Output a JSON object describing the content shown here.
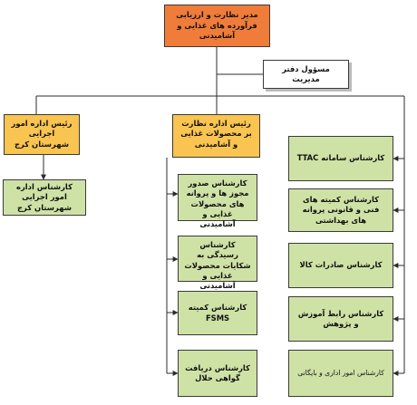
{
  "org_chart": {
    "root": "مدیر نظارت و ارزیابی فرآورده های غذایی و آشامیدنی",
    "admin_office": "مسؤول دفتر مدیریت",
    "exec_head": "رئیس اداره امور اجرایی شهرستان کرج",
    "exec_expert": "کارشناس اداره امور اجرایی شهرستان کرج",
    "food_head": "رئیس اداره نظارت بر محصولات غذایی و آشامیدنی",
    "food_staff": [
      "کارشناس صدور مجوز ها و پروانه های محصولات غذایی و آشامیدنی",
      "کارشناس رسیدگی به شکایات محصولات غذایی و آشامیدنی",
      "کارشناس کمیته FSMS",
      "کارشناس دریافت گواهی حلال"
    ],
    "direct_staff": [
      "کارشناس سامانه TTAC",
      "کارشناس کمیته های فنی و قانونی پروانه های بهداشتی",
      "کارشناس صادرات کالا",
      "کارشناس رابط آموزش و پژوهش",
      "کارشناس امور اداری و بایگانی"
    ]
  },
  "colors": {
    "root": "#f07c3a",
    "heads": "#f9c44f",
    "staff": "#cfe2a6",
    "line": "#2b2b2b"
  }
}
